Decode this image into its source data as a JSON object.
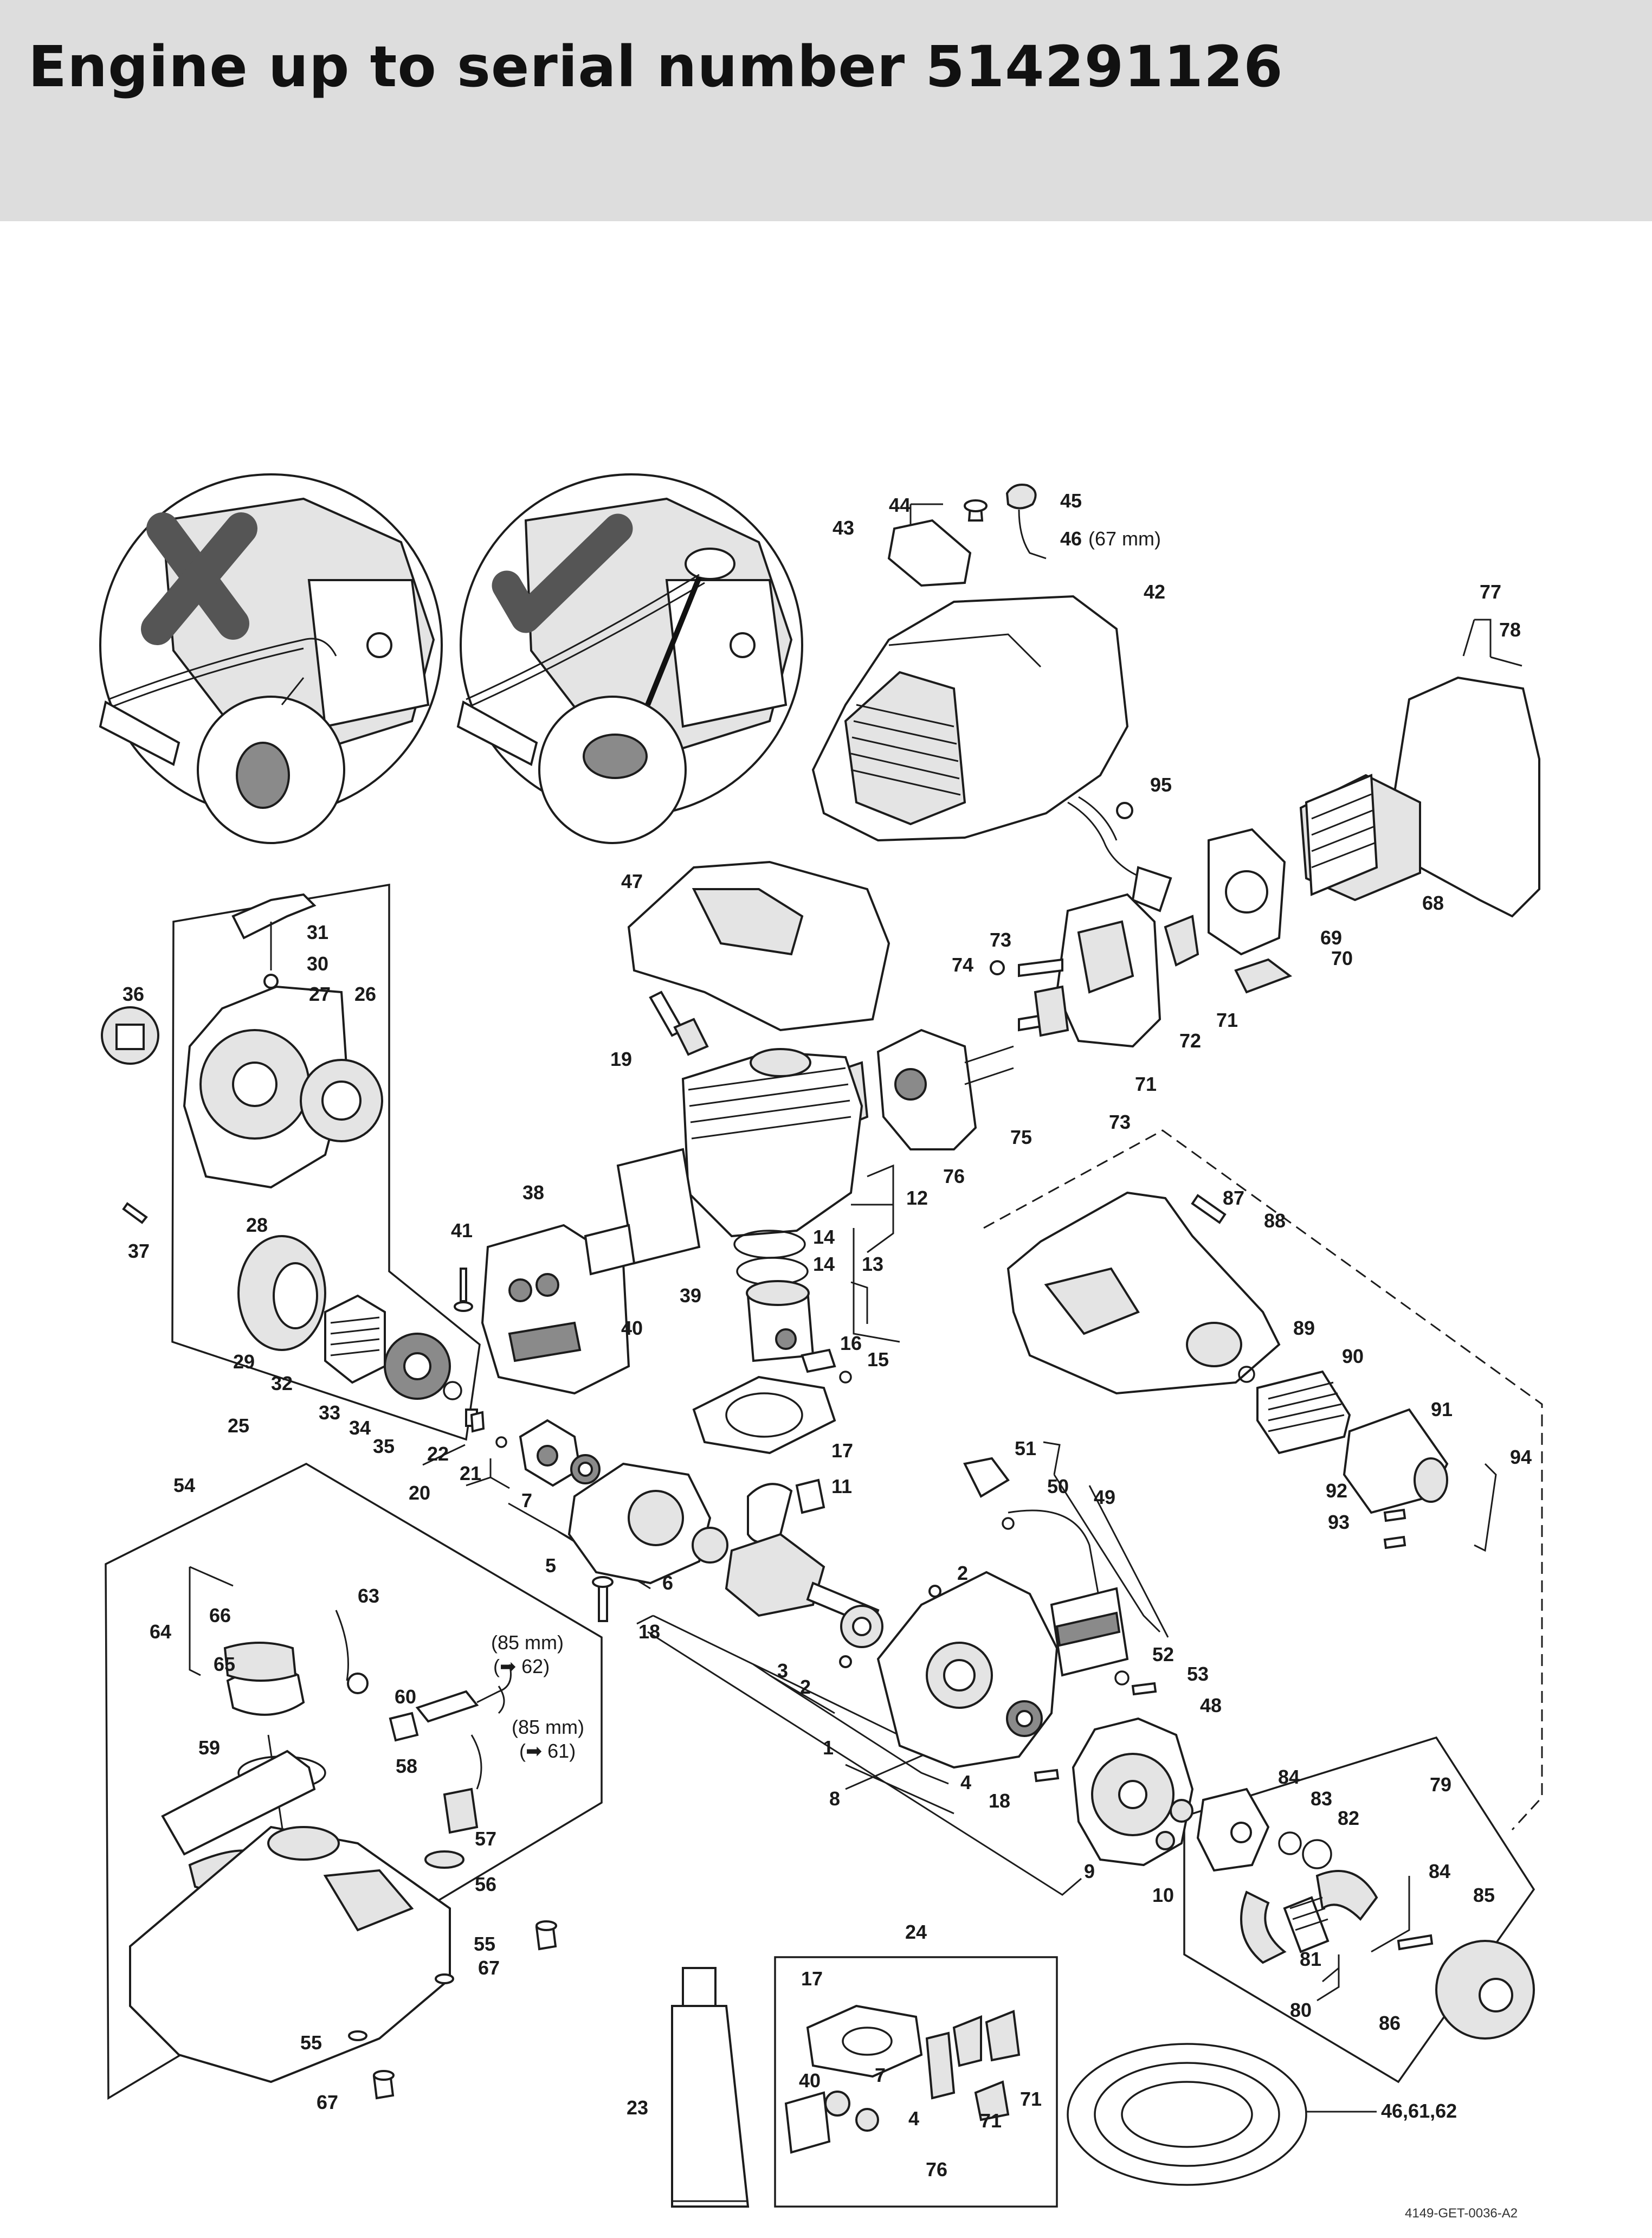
{
  "page": {
    "title": "Engine up to serial number 514291126",
    "drawing_code": "4149-GET-0036-A2"
  },
  "illustration": {
    "insets": [
      {
        "mark": "x-icon",
        "meaning": "incorrect routing"
      },
      {
        "mark": "check-icon",
        "meaning": "correct routing"
      }
    ]
  },
  "callouts": {
    "c44": "44",
    "c45": "45",
    "c43": "43",
    "c46": "46",
    "c46_dim": "(67 mm)",
    "c42": "42",
    "c77": "77",
    "c78": "78",
    "c95": "95",
    "c47": "47",
    "c68": "68",
    "c69": "69",
    "c70": "70",
    "c73a": "73",
    "c74": "74",
    "c71a": "71",
    "c72": "72",
    "c71b": "71",
    "c73b": "73",
    "c31": "31",
    "c30": "30",
    "c27": "27",
    "c26": "26",
    "c36": "36",
    "c37": "37",
    "c28": "28",
    "c19": "19",
    "c75": "75",
    "c76a": "76",
    "c87": "87",
    "c88": "88",
    "c12": "12",
    "c38": "38",
    "c41": "41",
    "c14a": "14",
    "c14b": "14",
    "c13": "13",
    "c39": "39",
    "c40a": "40",
    "c29": "29",
    "c32": "32",
    "c33": "33",
    "c34": "34",
    "c35": "35",
    "c25": "25",
    "c16": "16",
    "c15": "15",
    "c89": "89",
    "c90": "90",
    "c91": "91",
    "c94": "94",
    "c22": "22",
    "c21": "21",
    "c20": "20",
    "c17a": "17",
    "c7a": "7",
    "c11": "11",
    "c51": "51",
    "c50": "50",
    "c49": "49",
    "c92": "92",
    "c93": "93",
    "c54": "54",
    "c5": "5",
    "c6": "6",
    "c18a": "18",
    "c2a": "2",
    "c64": "64",
    "c66": "66",
    "c65": "65",
    "c63": "63",
    "c60": "60",
    "c62_dim": "(85 mm)",
    "c62_ref": "(➡ 62)",
    "c61_dim": "(85 mm)",
    "c61_ref": "(➡ 61)",
    "c3": "3",
    "c2b": "2",
    "c52": "52",
    "c53": "53",
    "c48": "48",
    "c59": "59",
    "c58": "58",
    "c1": "1",
    "c4a": "4",
    "c18b": "18",
    "c8": "8",
    "c84a": "84",
    "c83": "83",
    "c82": "82",
    "c79": "79",
    "c84b": "84",
    "c85": "85",
    "c57": "57",
    "c56": "56",
    "c9": "9",
    "c10": "10",
    "c81": "81",
    "c80": "80",
    "c86": "86",
    "c55a": "55",
    "c67a": "67",
    "c55b": "55",
    "c67b": "67",
    "c24": "24",
    "c17b": "17",
    "c40b": "40",
    "c7b": "7",
    "c4b": "4",
    "c71c": "71",
    "c71d": "71",
    "c76b": "76",
    "c23": "23",
    "c46_61_62": "46,61,62"
  }
}
